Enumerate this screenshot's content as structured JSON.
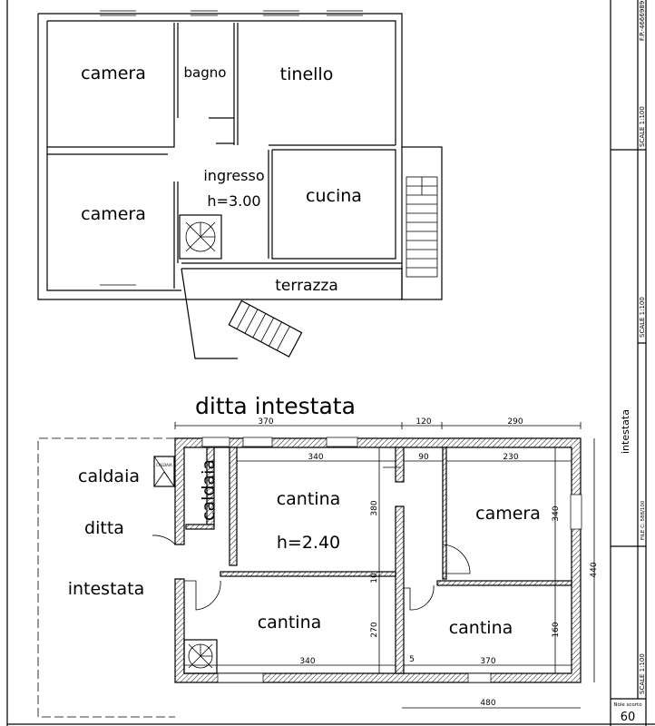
{
  "upper_plan": {
    "rooms": [
      "camera",
      "bagno",
      "tinello",
      "ingresso",
      "h=3.00",
      "cucina",
      "camera",
      "terrazza"
    ]
  },
  "lower_plan": {
    "title": "ditta intestata",
    "outside_labels": [
      "caldaia",
      "ditta",
      "intestata"
    ],
    "boiler_symbol": "CALDAIA",
    "rooms": [
      "caldaia",
      "cantina",
      "h=2.40",
      "camera",
      "cantina",
      "cantina"
    ],
    "dimensions": {
      "top": [
        "370",
        "120",
        "290"
      ],
      "inner_top": [
        "340",
        "90",
        "230"
      ],
      "left_inner": [
        "380",
        "10",
        "270"
      ],
      "bottom_inner": [
        "340",
        "5",
        "370"
      ],
      "right_inner": [
        "340",
        "160"
      ],
      "overall_height": "440",
      "overall_width": "480"
    }
  },
  "title_block": {
    "code": "F.P.-4666989",
    "scale_1": "SCALE 1:100",
    "scale_2": "SCALE 1:100",
    "name": "intestata",
    "file": "FILE C: 588/100",
    "scale_3": "SCALE 1:100",
    "sheet_label": "Nòle scorto",
    "sheet_number": "60"
  }
}
